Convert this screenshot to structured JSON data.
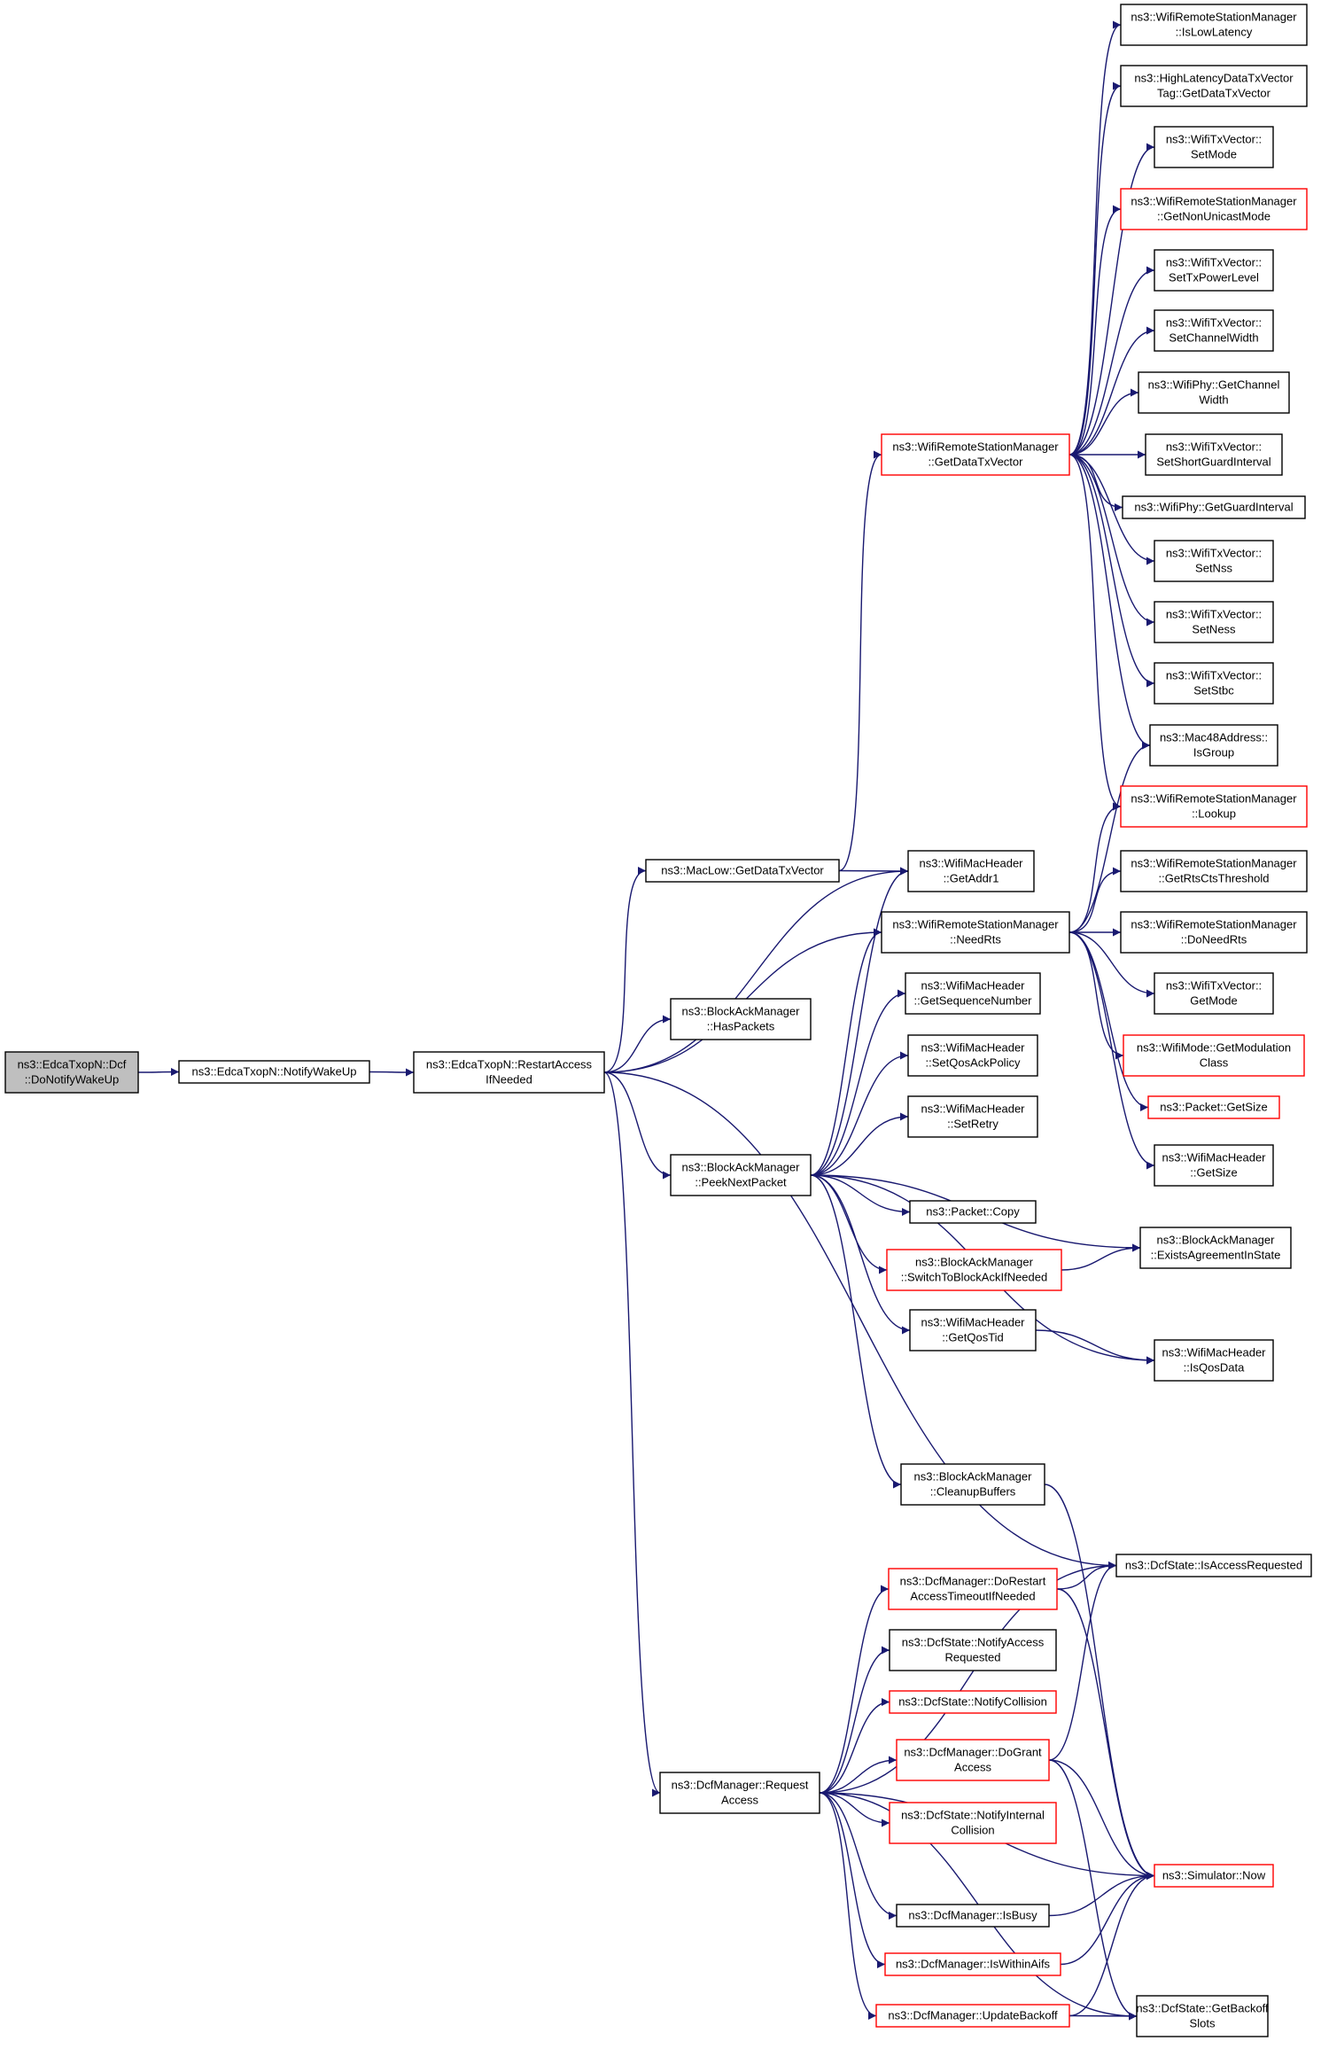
{
  "colors": {
    "edge": "#191970",
    "node_border": "#000000",
    "node_border_highlight": "#ff0000",
    "node_fill": "#ffffff",
    "node_fill_root": "#bfbfbf"
  },
  "nodes": [
    {
      "id": "n1",
      "lines": [
        "ns3::EdcaTxopN::Dcf",
        "::DoNotifyWakeUp"
      ],
      "style": "root",
      "interactable": false
    },
    {
      "id": "n2",
      "lines": [
        "ns3::EdcaTxopN::NotifyWakeUp"
      ],
      "style": "normal",
      "interactable": true
    },
    {
      "id": "n3",
      "lines": [
        "ns3::EdcaTxopN::RestartAccess",
        "IfNeeded"
      ],
      "style": "normal",
      "interactable": true
    },
    {
      "id": "n4",
      "lines": [
        "ns3::MacLow::GetDataTxVector"
      ],
      "style": "normal",
      "interactable": true
    },
    {
      "id": "n5",
      "lines": [
        "ns3::BlockAckManager",
        "::HasPackets"
      ],
      "style": "normal",
      "interactable": true
    },
    {
      "id": "n6",
      "lines": [
        "ns3::BlockAckManager",
        "::PeekNextPacket"
      ],
      "style": "normal",
      "interactable": true
    },
    {
      "id": "n7",
      "lines": [
        "ns3::DcfManager::Request",
        "Access"
      ],
      "style": "normal",
      "interactable": true
    },
    {
      "id": "n8",
      "lines": [
        "ns3::WifiRemoteStationManager",
        "::GetDataTxVector"
      ],
      "style": "red",
      "interactable": true
    },
    {
      "id": "n9",
      "lines": [
        "ns3::WifiMacHeader",
        "::GetAddr1"
      ],
      "style": "normal",
      "interactable": true
    },
    {
      "id": "n10",
      "lines": [
        "ns3::WifiRemoteStationManager",
        "::NeedRts"
      ],
      "style": "normal",
      "interactable": true
    },
    {
      "id": "n11",
      "lines": [
        "ns3::WifiMacHeader",
        "::GetSequenceNumber"
      ],
      "style": "normal",
      "interactable": true
    },
    {
      "id": "n12",
      "lines": [
        "ns3::WifiMacHeader",
        "::SetQosAckPolicy"
      ],
      "style": "normal",
      "interactable": true
    },
    {
      "id": "n13",
      "lines": [
        "ns3::WifiMacHeader",
        "::SetRetry"
      ],
      "style": "normal",
      "interactable": true
    },
    {
      "id": "n14",
      "lines": [
        "ns3::Packet::Copy"
      ],
      "style": "normal",
      "interactable": true
    },
    {
      "id": "n15",
      "lines": [
        "ns3::BlockAckManager",
        "::SwitchToBlockAckIfNeeded"
      ],
      "style": "red",
      "interactable": true
    },
    {
      "id": "n16",
      "lines": [
        "ns3::WifiMacHeader",
        "::GetQosTid"
      ],
      "style": "normal",
      "interactable": true
    },
    {
      "id": "n17",
      "lines": [
        "ns3::BlockAckManager",
        "::CleanupBuffers"
      ],
      "style": "normal",
      "interactable": true
    },
    {
      "id": "n18",
      "lines": [
        "ns3::DcfManager::DoRestart",
        "AccessTimeoutIfNeeded"
      ],
      "style": "red",
      "interactable": true
    },
    {
      "id": "n19",
      "lines": [
        "ns3::DcfState::NotifyAccess",
        "Requested"
      ],
      "style": "normal",
      "interactable": true
    },
    {
      "id": "n20",
      "lines": [
        "ns3::DcfState::NotifyCollision"
      ],
      "style": "red",
      "interactable": true
    },
    {
      "id": "n21",
      "lines": [
        "ns3::DcfManager::DoGrant",
        "Access"
      ],
      "style": "red",
      "interactable": true
    },
    {
      "id": "n22",
      "lines": [
        "ns3::DcfState::NotifyInternal",
        "Collision"
      ],
      "style": "red",
      "interactable": true
    },
    {
      "id": "n23",
      "lines": [
        "ns3::DcfManager::IsBusy"
      ],
      "style": "normal",
      "interactable": true
    },
    {
      "id": "n24",
      "lines": [
        "ns3::DcfManager::IsWithinAifs"
      ],
      "style": "red",
      "interactable": true
    },
    {
      "id": "n25",
      "lines": [
        "ns3::DcfManager::UpdateBackoff"
      ],
      "style": "red",
      "interactable": true
    },
    {
      "id": "n26",
      "lines": [
        "ns3::WifiRemoteStationManager",
        "::IsLowLatency"
      ],
      "style": "normal",
      "interactable": true
    },
    {
      "id": "n27",
      "lines": [
        "ns3::HighLatencyDataTxVector",
        "Tag::GetDataTxVector"
      ],
      "style": "normal",
      "interactable": true
    },
    {
      "id": "n28",
      "lines": [
        "ns3::WifiTxVector::",
        "SetMode"
      ],
      "style": "normal",
      "interactable": true
    },
    {
      "id": "n29",
      "lines": [
        "ns3::WifiRemoteStationManager",
        "::GetNonUnicastMode"
      ],
      "style": "red",
      "interactable": true
    },
    {
      "id": "n30",
      "lines": [
        "ns3::WifiTxVector::",
        "SetTxPowerLevel"
      ],
      "style": "normal",
      "interactable": true
    },
    {
      "id": "n31",
      "lines": [
        "ns3::WifiTxVector::",
        "SetChannelWidth"
      ],
      "style": "normal",
      "interactable": true
    },
    {
      "id": "n32",
      "lines": [
        "ns3::WifiPhy::GetChannel",
        "Width"
      ],
      "style": "normal",
      "interactable": true
    },
    {
      "id": "n33",
      "lines": [
        "ns3::WifiTxVector::",
        "SetShortGuardInterval"
      ],
      "style": "normal",
      "interactable": true
    },
    {
      "id": "n34",
      "lines": [
        "ns3::WifiPhy::GetGuardInterval"
      ],
      "style": "normal",
      "interactable": true
    },
    {
      "id": "n35",
      "lines": [
        "ns3::WifiTxVector::",
        "SetNss"
      ],
      "style": "normal",
      "interactable": true
    },
    {
      "id": "n36",
      "lines": [
        "ns3::WifiTxVector::",
        "SetNess"
      ],
      "style": "normal",
      "interactable": true
    },
    {
      "id": "n37",
      "lines": [
        "ns3::WifiTxVector::",
        "SetStbc"
      ],
      "style": "normal",
      "interactable": true
    },
    {
      "id": "n38",
      "lines": [
        "ns3::Mac48Address::",
        "IsGroup"
      ],
      "style": "normal",
      "interactable": true
    },
    {
      "id": "n39",
      "lines": [
        "ns3::WifiRemoteStationManager",
        "::Lookup"
      ],
      "style": "red",
      "interactable": true
    },
    {
      "id": "n40",
      "lines": [
        "ns3::WifiRemoteStationManager",
        "::GetRtsCtsThreshold"
      ],
      "style": "normal",
      "interactable": true
    },
    {
      "id": "n41",
      "lines": [
        "ns3::WifiRemoteStationManager",
        "::DoNeedRts"
      ],
      "style": "normal",
      "interactable": true
    },
    {
      "id": "n42",
      "lines": [
        "ns3::WifiTxVector::",
        "GetMode"
      ],
      "style": "normal",
      "interactable": true
    },
    {
      "id": "n43",
      "lines": [
        "ns3::WifiMode::GetModulation",
        "Class"
      ],
      "style": "red",
      "interactable": true
    },
    {
      "id": "n44",
      "lines": [
        "ns3::Packet::GetSize"
      ],
      "style": "red",
      "interactable": true
    },
    {
      "id": "n45",
      "lines": [
        "ns3::WifiMacHeader",
        "::GetSize"
      ],
      "style": "normal",
      "interactable": true
    },
    {
      "id": "n46",
      "lines": [
        "ns3::BlockAckManager",
        "::ExistsAgreementInState"
      ],
      "style": "normal",
      "interactable": true
    },
    {
      "id": "n47",
      "lines": [
        "ns3::WifiMacHeader",
        "::IsQosData"
      ],
      "style": "normal",
      "interactable": true
    },
    {
      "id": "n48",
      "lines": [
        "ns3::DcfState::IsAccessRequested"
      ],
      "style": "normal",
      "interactable": true
    },
    {
      "id": "n49",
      "lines": [
        "ns3::Simulator::Now"
      ],
      "style": "red",
      "interactable": true
    },
    {
      "id": "n50",
      "lines": [
        "ns3::DcfState::GetBackoff",
        "Slots"
      ],
      "style": "normal",
      "interactable": true
    }
  ],
  "edges": [
    [
      "n1",
      "n2"
    ],
    [
      "n2",
      "n3"
    ],
    [
      "n3",
      "n4"
    ],
    [
      "n3",
      "n9"
    ],
    [
      "n3",
      "n5"
    ],
    [
      "n3",
      "n10"
    ],
    [
      "n3",
      "n6"
    ],
    [
      "n3",
      "n48"
    ],
    [
      "n3",
      "n7"
    ],
    [
      "n4",
      "n8"
    ],
    [
      "n4",
      "n9"
    ],
    [
      "n8",
      "n26"
    ],
    [
      "n8",
      "n27"
    ],
    [
      "n8",
      "n28"
    ],
    [
      "n8",
      "n29"
    ],
    [
      "n8",
      "n30"
    ],
    [
      "n8",
      "n31"
    ],
    [
      "n8",
      "n32"
    ],
    [
      "n8",
      "n33"
    ],
    [
      "n8",
      "n34"
    ],
    [
      "n8",
      "n35"
    ],
    [
      "n8",
      "n36"
    ],
    [
      "n8",
      "n37"
    ],
    [
      "n8",
      "n38"
    ],
    [
      "n8",
      "n39"
    ],
    [
      "n10",
      "n38"
    ],
    [
      "n10",
      "n39"
    ],
    [
      "n10",
      "n40"
    ],
    [
      "n10",
      "n41"
    ],
    [
      "n10",
      "n42"
    ],
    [
      "n10",
      "n43"
    ],
    [
      "n10",
      "n44"
    ],
    [
      "n10",
      "n45"
    ],
    [
      "n6",
      "n9"
    ],
    [
      "n6",
      "n10"
    ],
    [
      "n6",
      "n11"
    ],
    [
      "n6",
      "n12"
    ],
    [
      "n6",
      "n13"
    ],
    [
      "n6",
      "n14"
    ],
    [
      "n6",
      "n46"
    ],
    [
      "n6",
      "n15"
    ],
    [
      "n6",
      "n16"
    ],
    [
      "n6",
      "n47"
    ],
    [
      "n6",
      "n17"
    ],
    [
      "n15",
      "n46"
    ],
    [
      "n16",
      "n47"
    ],
    [
      "n17",
      "n49"
    ],
    [
      "n7",
      "n48"
    ],
    [
      "n7",
      "n18"
    ],
    [
      "n7",
      "n19"
    ],
    [
      "n7",
      "n20"
    ],
    [
      "n7",
      "n21"
    ],
    [
      "n7",
      "n22"
    ],
    [
      "n7",
      "n49"
    ],
    [
      "n7",
      "n23"
    ],
    [
      "n7",
      "n24"
    ],
    [
      "n7",
      "n25"
    ],
    [
      "n7",
      "n50"
    ],
    [
      "n18",
      "n48"
    ],
    [
      "n18",
      "n49"
    ],
    [
      "n21",
      "n48"
    ],
    [
      "n21",
      "n49"
    ],
    [
      "n21",
      "n50"
    ],
    [
      "n23",
      "n49"
    ],
    [
      "n24",
      "n49"
    ],
    [
      "n25",
      "n49"
    ],
    [
      "n25",
      "n50"
    ]
  ]
}
